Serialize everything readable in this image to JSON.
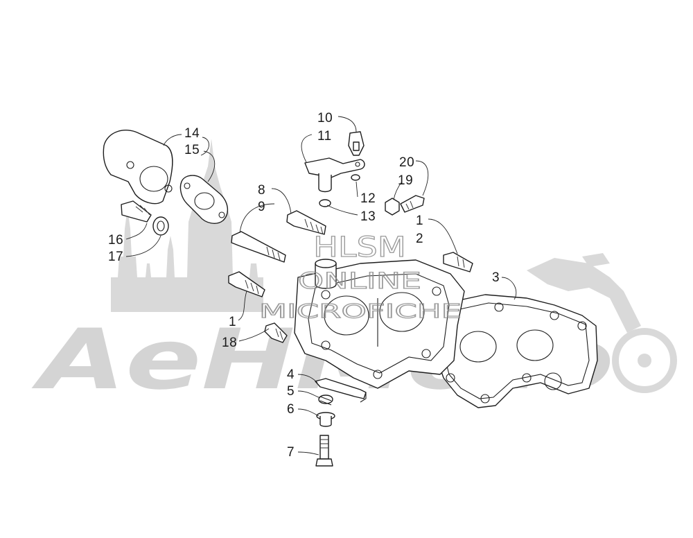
{
  "callouts": {
    "c1a": "1",
    "c1b": "1",
    "c2": "2",
    "c3": "3",
    "c4": "4",
    "c5": "5",
    "c6": "6",
    "c7": "7",
    "c8": "8",
    "c9": "9",
    "c10": "10",
    "c11": "11",
    "c12": "12",
    "c13": "13",
    "c14": "14",
    "c15": "15",
    "c16": "16",
    "c17": "17",
    "c18": "18",
    "c19": "19",
    "c20": "20"
  },
  "watermark": {
    "brand": "AeHMoto",
    "stamp_line1": "HLSM",
    "stamp_line2": "ONLINE",
    "stamp_line3": "MICROFICHE"
  },
  "colors": {
    "line": "#1d1d1d",
    "watermark": "#d9d9d9",
    "stamp": "#8a8a8a"
  }
}
